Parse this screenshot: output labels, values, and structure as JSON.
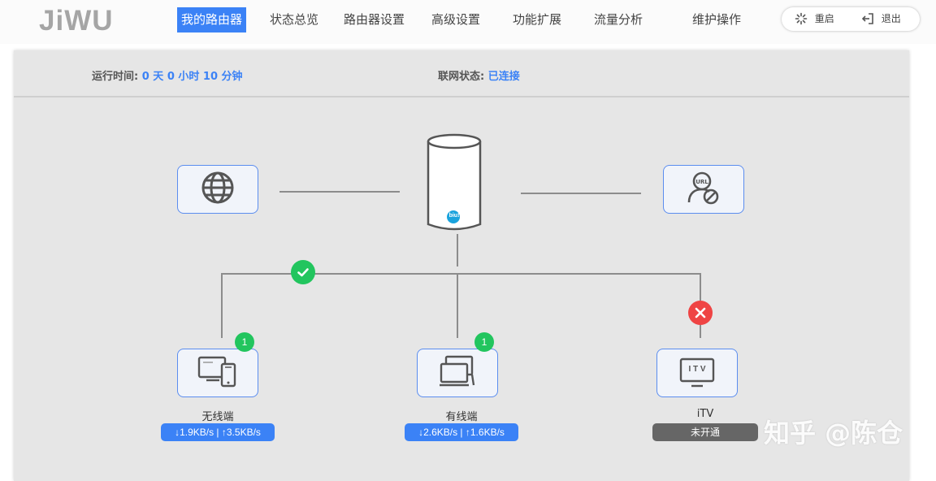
{
  "logo": "JiWU",
  "nav": {
    "items": [
      {
        "label": "我的路由器",
        "active": true
      },
      {
        "label": "状态总览",
        "active": false
      },
      {
        "label": "路由器设置",
        "active": false
      },
      {
        "label": "高级设置",
        "active": false
      },
      {
        "label": "功能扩展",
        "active": false
      },
      {
        "label": "流量分析",
        "active": false
      },
      {
        "label": "维护操作",
        "active": false
      }
    ]
  },
  "toolbar": {
    "restart_label": "重启",
    "logout_label": "退出"
  },
  "status": {
    "uptime_label": "运行时间:",
    "uptime_value": "0 天 0 小时 10 分钟",
    "net_label": "联网状态:",
    "net_value": "已连接"
  },
  "router": {
    "brand_mark": "biu!"
  },
  "devices": {
    "wireless": {
      "label": "无线端",
      "count": "1",
      "speed": "↓1.9KB/s | ↑3.5KB/s"
    },
    "wired": {
      "label": "有线端",
      "count": "1",
      "speed": "↓2.6KB/s | ↑1.6KB/s"
    },
    "itv": {
      "label": "iTV",
      "status": "未开通",
      "icon_text": "I T V"
    }
  },
  "icons": {
    "internet": "globe-icon",
    "url_filter": "url-block-icon",
    "restart": "restart-icon",
    "logout": "logout-icon"
  },
  "colors": {
    "accent": "#3b82f6",
    "ok": "#22c55e",
    "error": "#ef4444",
    "disabled": "#666666"
  },
  "watermark": "知乎 @陈仓"
}
